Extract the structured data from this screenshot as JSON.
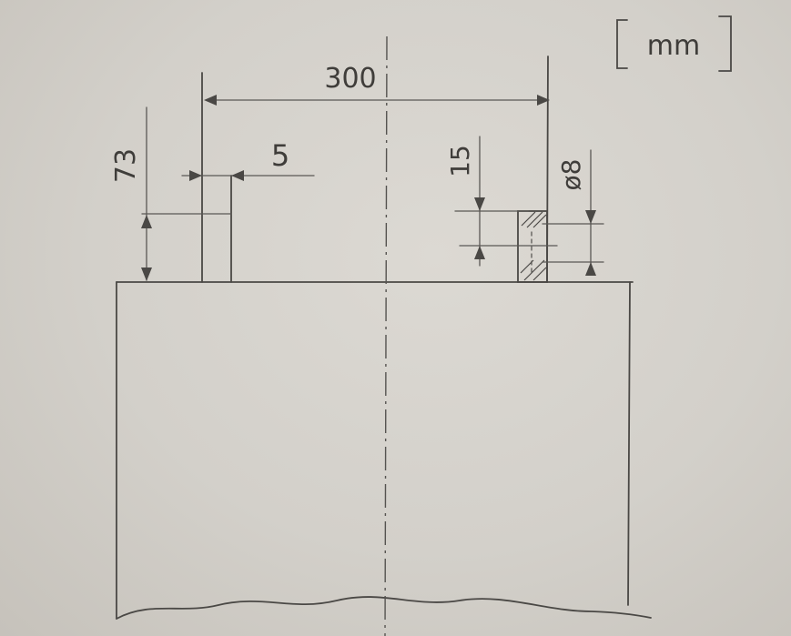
{
  "drawing": {
    "units_label": "mm",
    "dim_width": "300",
    "dim_thickness": "5",
    "dim_height": "73",
    "dim_depth": "15",
    "dim_diameter": "ø8"
  }
}
